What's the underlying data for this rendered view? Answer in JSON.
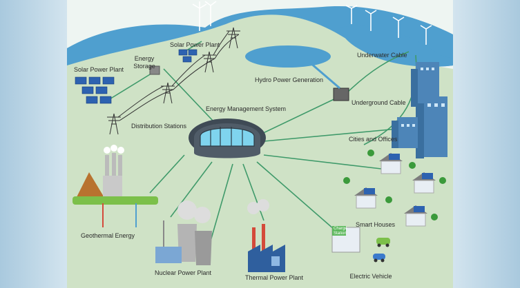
{
  "labels": {
    "solar_plant_top": "Solar Power Plant",
    "solar_plant_left": "Solar Power Plant",
    "energy_storage_1": "Energy",
    "energy_storage_2": "Storage",
    "hydro": "Hydro Power Generation",
    "underwater_cable": "Underwater Cable",
    "underground_cable": "Underground Cable",
    "distribution": "Distribution Stations",
    "ems": "Energy Management System",
    "cities": "Cities and Offices",
    "geothermal": "Geothermal Energy",
    "smart_houses": "Smart Houses",
    "nuclear": "Nuclear Power Plant",
    "thermal": "Thermal Power Plant",
    "ev": "Electric Vehicle",
    "charge_station_1": "Charge",
    "charge_station_2": "Station"
  },
  "colors": {
    "line": "#3f9a6a",
    "sea": "#4f9fcf",
    "hill": "#cfe2c6",
    "grass": "#7cc04a",
    "ems_dark": "#3f4a55",
    "ems_glass": "#7fd4ee",
    "building": "#4d85b8",
    "smokestack": "#d44a3a"
  },
  "icons": {
    "ems": "control-center-icon",
    "nuclear": "nuclear-plant-icon",
    "thermal": "thermal-plant-icon",
    "geothermal": "volcano-icon",
    "house": "house-icon",
    "car": "car-icon"
  }
}
